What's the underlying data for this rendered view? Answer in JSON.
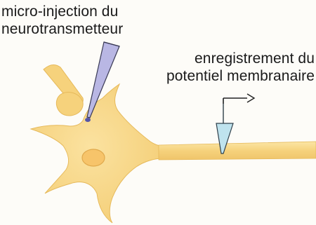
{
  "labels": {
    "injection": {
      "line1": "micro-injection du",
      "line2": "neurotransmetteur"
    },
    "recording": {
      "line1": "enregistrement du",
      "line2": "potentiel membranaire"
    }
  },
  "colors": {
    "neuron_fill": "#f6d27c",
    "neuron_light": "#fbe6a6",
    "neuron_edge": "#e6b95a",
    "nucleus_fill": "#f7c46a",
    "micropipette_fill": "#b9b7e4",
    "micropipette_edge": "#3a3a55",
    "electrode_fill": "#bfe3ee",
    "electrode_edge": "#2f3f4a",
    "drop": "#5555a8",
    "wire": "#222222",
    "text": "#1a1a1a"
  },
  "icons": {
    "micropipette": "micropipette-icon",
    "electrode": "electrode-icon",
    "signal_arrow": "arrow-right-icon"
  }
}
